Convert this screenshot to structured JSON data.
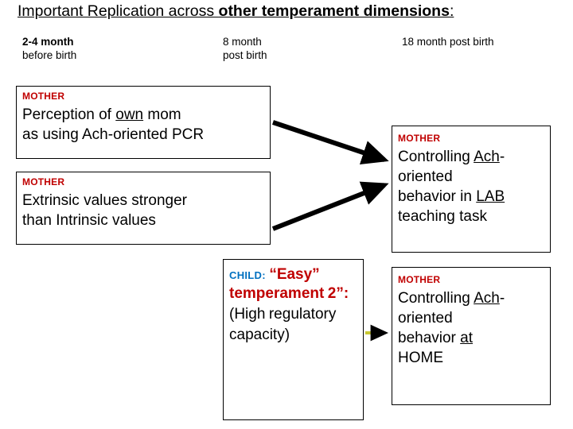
{
  "title": {
    "part1": "Important Replication  across ",
    "part2": "other temperament  dimensions",
    "part3": ":"
  },
  "columns": [
    {
      "line1": "2-4 month",
      "line2": "before birth"
    },
    {
      "line1": "8 month",
      "line2": "post birth"
    },
    {
      "line1": "18 month post birth",
      "line2": ""
    }
  ],
  "boxes": {
    "perception": {
      "tag": "MOTHER",
      "line1_a": "Perception  of  ",
      "line1_b": "own",
      "line1_c": " mom",
      "line2": "as using Ach-oriented PCR"
    },
    "extrinsic": {
      "tag": "MOTHER",
      "line1": "Extrinsic values stronger",
      "line2": "than Intrinsic values"
    },
    "child": {
      "tag": "CHILD:",
      "quote": "“Easy”",
      "line2": "temperament",
      "line3": "2”:",
      "line4": "(High",
      "line5": "regulatory",
      "line6": "capacity)"
    },
    "lab": {
      "tag": "MOTHER",
      "line1_a": "Controlling ",
      "line1_b": "Ach",
      "line1_c": "-",
      "line2": "oriented",
      "line3_a": "behavior in ",
      "line3_b": "LAB",
      "line4": "teaching task"
    },
    "home": {
      "tag": "MOTHER",
      "line1_a": "Controlling ",
      "line1_b": "Ach",
      "line1_c": "-",
      "line2": "oriented",
      "line3_a": "behavior ",
      "line3_b": "at",
      "line4": "HOME"
    }
  },
  "colors": {
    "tag_red": "#c00000",
    "tag_blue": "#0070c0",
    "border": "#000000",
    "background": "#ffffff"
  }
}
